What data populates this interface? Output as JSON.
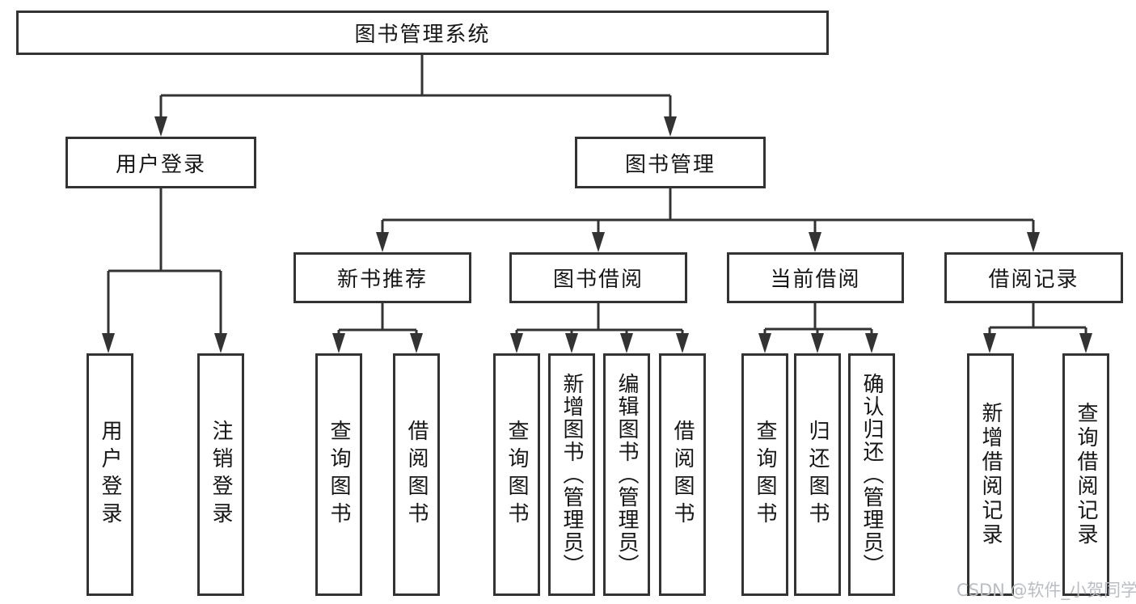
{
  "nodes": {
    "root": "图书管理系统",
    "user_login_branch": "用户登录",
    "book_mgmt_branch": "图书管理",
    "level3": [
      "新书推荐",
      "图书借阅",
      "当前借阅",
      "借阅记录"
    ],
    "leaves_user": [
      "用户登录",
      "注销登录"
    ],
    "leaves_recommend": [
      "查询图书",
      "借阅图书"
    ],
    "leaves_borrow": [
      "查询图书",
      "新增图书（管理员）",
      "编辑图书（管理员）",
      "借阅图书"
    ],
    "leaves_current": [
      "查询图书",
      "归还图书",
      "确认归还（管理员）"
    ],
    "leaves_record": [
      "新增借阅记录",
      "查询借阅记录"
    ]
  },
  "watermark": "CSDN @软件_小贺同学",
  "colors": {
    "line": "#333333",
    "box_border": "#333333",
    "text": "#161616",
    "watermark": "#b9bdc4",
    "background": "#ffffff"
  }
}
